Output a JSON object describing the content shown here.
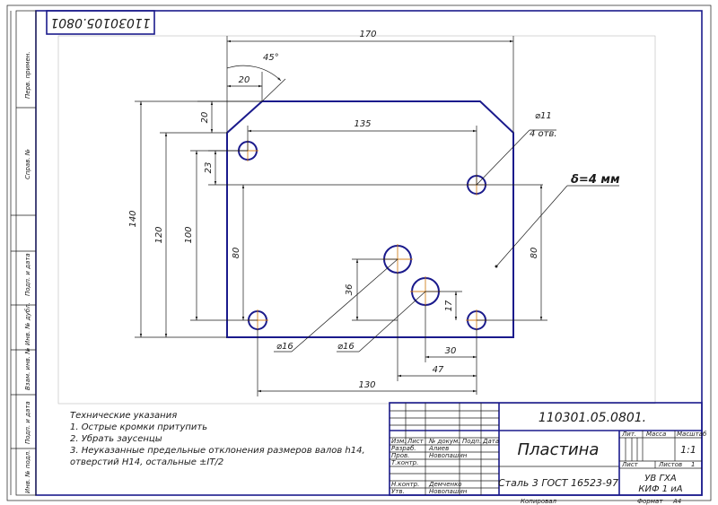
{
  "top_stamp": "11030105.0801",
  "drawing": {
    "dimensions": {
      "overall_width": "170",
      "chamfer_angle": "45°",
      "chamfer_x": "20",
      "chamfer_y": "20",
      "hole_spacing_top": "135",
      "upper_hole_offset": "23",
      "overall_height": "140",
      "height_120": "120",
      "height_100": "100",
      "left_80": "80",
      "right_80": "80",
      "big_hole_height": "36",
      "small_offset_17": "17",
      "dim_30": "30",
      "dim_47": "47",
      "bottom_130": "130"
    },
    "callouts": {
      "hole_diameter": "⌀11",
      "hole_count": "4 отв.",
      "thickness": "δ=4 мм",
      "dia16_a": "⌀16",
      "dia16_b": "⌀16"
    }
  },
  "notes": {
    "title": "Технические указания",
    "items": [
      "1. Острые кромки притупить",
      "2. Убрать заусенцы",
      "3. Неуказанные предельные отклонения размеров валов h14,",
      "отверстий H14, остальные ±IT/2"
    ]
  },
  "title_block": {
    "doc_number": "110301.05.0801.",
    "part_name": "Пластина",
    "material": "Сталь 3 ГОСТ 16523-97",
    "org_line1": "УВ ГХА",
    "org_line2": "КИФ 1 иА",
    "col_lit": "Лит.",
    "col_mass": "Масса",
    "col_scale": "Масштаб",
    "scale_value": "1:1",
    "sheet_label": "Лист",
    "sheets_label": "Листов",
    "sheets_value": "1",
    "row_headers": [
      "Изм.",
      "Лист",
      "№ докум.",
      "Подп.",
      "Дата"
    ],
    "roles": [
      {
        "role": "Разраб.",
        "name": "Алиев"
      },
      {
        "role": "Пров.",
        "name": "Новопашин"
      },
      {
        "role": "Т.контр.",
        "name": ""
      },
      {
        "role": "Н.контр.",
        "name": "Демченко"
      },
      {
        "role": "Утв.",
        "name": "Новопашин"
      }
    ],
    "copied": "Копировал",
    "format": "Формат",
    "format_value": "A4"
  },
  "side_stamps": [
    "Перв. примен.",
    "Справ. №",
    "Подп. и дата",
    "Инв. № дубл.",
    "Взам. инв. №",
    "Подп. и дата",
    "Инв. № подл."
  ]
}
